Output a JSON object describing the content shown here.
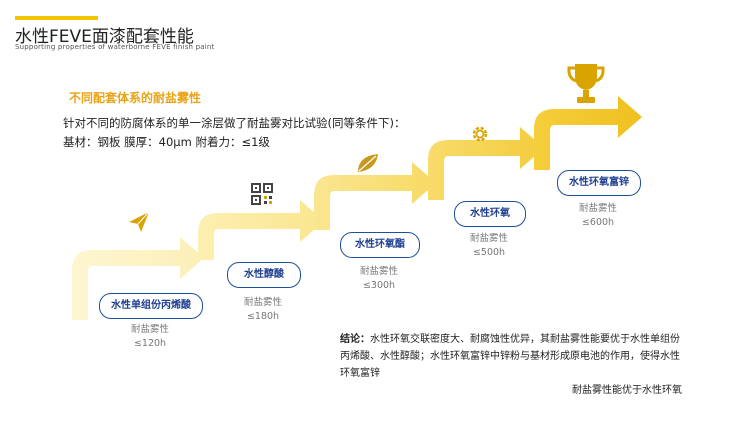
{
  "header": {
    "title": "水性FEVE面漆配套性能",
    "subtitle": "Supporting properties of waterborne FEVE finish paint"
  },
  "section_heading": "不同配套体系的耐盐雾性",
  "intro": {
    "line1": "针对不同的防腐体系的单一涂层做了耐盐雾对比试验(同等条件下)：",
    "line2": "基材：钢板  膜厚：40μm  附着力：≤1级"
  },
  "tiers": [
    {
      "label": "水性单组份丙烯酸",
      "metric_label": "耐盐雾性",
      "metric_value": "≤120h",
      "icon": "paper-plane-icon"
    },
    {
      "label": "水性醇酸",
      "metric_label": "耐盐雾性",
      "metric_value": "≤180h",
      "icon": "qr-code-icon"
    },
    {
      "label": "水性环氧酯",
      "metric_label": "耐盐雾性",
      "metric_value": "≤300h",
      "icon": "leaf-icon"
    },
    {
      "label": "水性环氧",
      "metric_label": "耐盐雾性",
      "metric_value": "≤500h",
      "icon": "gear-icon"
    },
    {
      "label": "水性环氧富锌",
      "metric_label": "耐盐雾性",
      "metric_value": "≤600h",
      "icon": "trophy-icon"
    }
  ],
  "conclusion": {
    "prefix": "结论：",
    "body": "水性环氧交联密度大、耐腐蚀性优异，其耐盐雾性能要优于水性单组份丙烯酸、水性醇酸；水性环氧富锌中锌粉与基材形成原电池的作用，使得水性环氧富锌",
    "last_line": "耐盐雾性能优于水性环氧"
  },
  "colors": {
    "accent": "#F5C400",
    "heading": "#E8A317",
    "label_border": "#1F4E9C",
    "label_text": "#1F3F8F",
    "icon_gold": "#D9A400"
  }
}
